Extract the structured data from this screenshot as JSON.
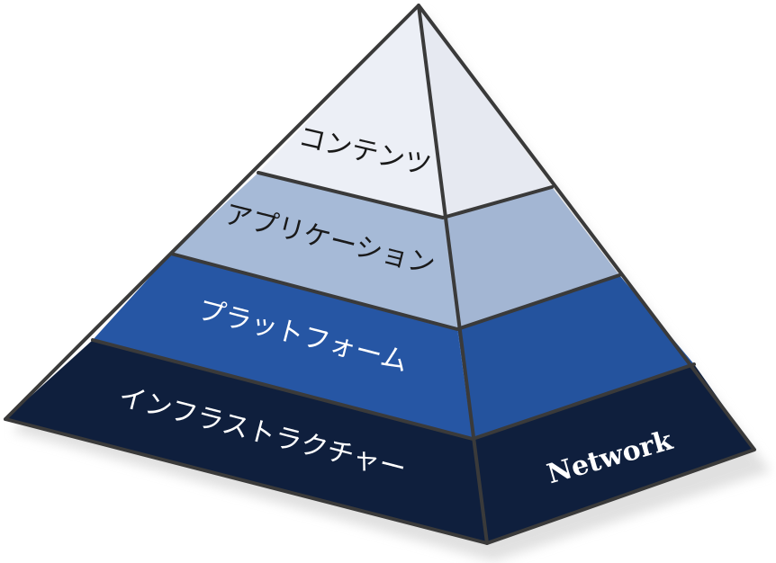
{
  "layers": [
    {
      "label": "コンテンツ",
      "front_fill": "#eceff6",
      "side_fill": "#e6e9f1",
      "text_color": "#1a1a1a"
    },
    {
      "label": "アプリケーション",
      "front_fill": "#a6bad7",
      "side_fill": "#a3b6d3",
      "text_color": "#1a1a1a"
    },
    {
      "label": "プラットフォーム",
      "front_fill": "#2656a4",
      "side_fill": "#24539e",
      "text_color": "#ffffff"
    },
    {
      "label": "インフラストラクチャー",
      "front_fill": "#0f1f3d",
      "side_fill": "#0f1f3d",
      "text_color": "#ffffff"
    }
  ],
  "side_label": {
    "text": "Network",
    "color": "#ffffff"
  },
  "colors": {
    "edge": "#3a3a3a",
    "shadow": "#d9d9d9"
  }
}
